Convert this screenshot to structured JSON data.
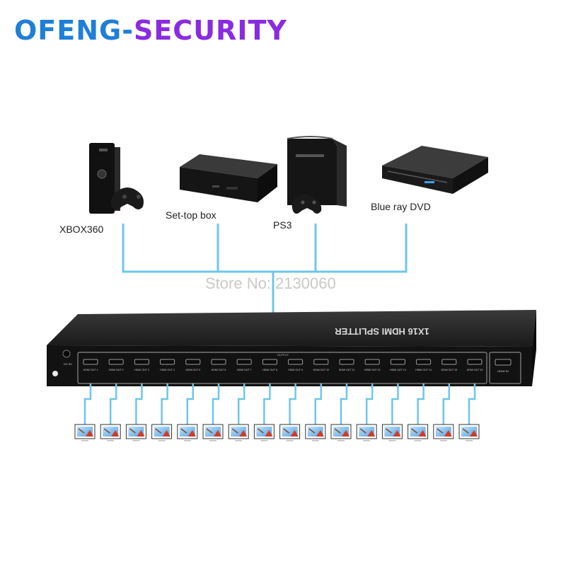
{
  "brand": {
    "part1": "OFENG-",
    "part2": "SECURITY"
  },
  "sources": [
    {
      "label": "XBOX360",
      "icon": "xbox360-console-icon"
    },
    {
      "label": "Set-top box",
      "icon": "set-top-box-icon"
    },
    {
      "label": "PS3",
      "icon": "ps3-console-icon"
    },
    {
      "label": "Blue ray DVD",
      "icon": "bluray-dvd-player-icon"
    }
  ],
  "watermark": "Store No: 2130060",
  "splitter": {
    "title": "1X16 HDMI SPLITTER",
    "port_group_label": "OUTPUT",
    "input_label": "HDMI IN",
    "power_label": "DC 5V",
    "outputs": [
      "HDMI OUT 1",
      "HDMI OUT 2",
      "HDMI OUT 3",
      "HDMI OUT 4",
      "HDMI OUT 5",
      "HDMI OUT 6",
      "HDMI OUT 7",
      "HDMI OUT 8",
      "HDMI OUT 9",
      "HDMI OUT 10",
      "HDMI OUT 11",
      "HDMI OUT 12",
      "HDMI OUT 13",
      "HDMI OUT 14",
      "HDMI OUT 15",
      "HDMI OUT 16"
    ]
  },
  "display_count": 16,
  "colors": {
    "cable": "#6ec6ea",
    "brand_blue": "#1f7fd8",
    "brand_purple": "#8a2be2",
    "device": "#1b1b1b"
  }
}
